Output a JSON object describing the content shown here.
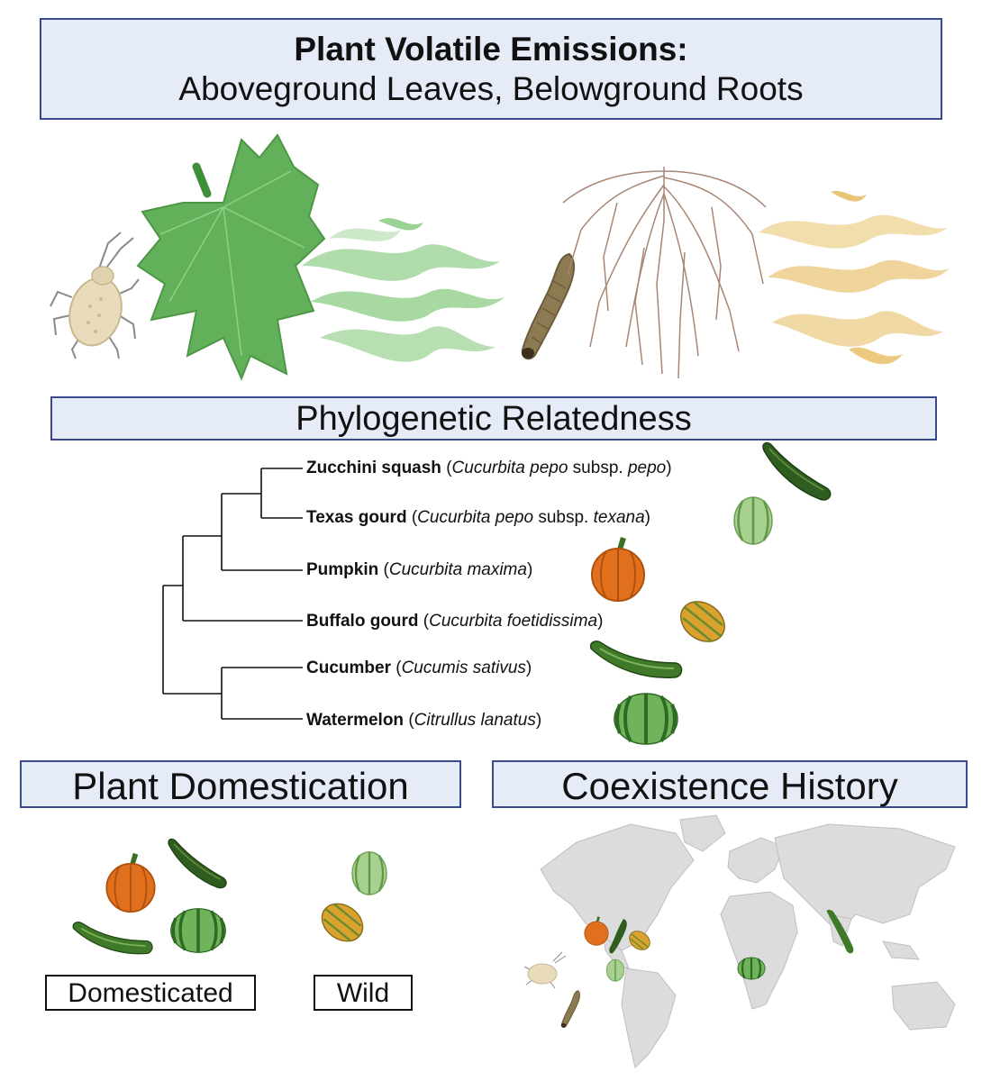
{
  "header": {
    "title": "Plant Volatile Emissions:",
    "subtitle": "Aboveground Leaves, Belowground Roots"
  },
  "sections": {
    "phylogeny": "Phylogenetic Relatedness",
    "domestication": "Plant Domestication",
    "coexistence": "Coexistence History"
  },
  "taxa": [
    {
      "common": "Zucchini squash",
      "open": " (",
      "sci": "Cucurbita pepo",
      "mid": " subsp. ",
      "sub": "pepo",
      "close": ")"
    },
    {
      "common": "Texas gourd",
      "open": " (",
      "sci": "Cucurbita pepo",
      "mid": " subsp. ",
      "sub": "texana",
      "close": ")"
    },
    {
      "common": "Pumpkin",
      "open": " (",
      "sci": "Cucurbita maxima",
      "mid": "",
      "sub": "",
      "close": ")"
    },
    {
      "common": "Buffalo gourd",
      "open": " (",
      "sci": "Cucurbita foetidissima",
      "mid": "",
      "sub": "",
      "close": ")"
    },
    {
      "common": "Cucumber",
      "open": " (",
      "sci": "Cucumis sativus",
      "mid": "",
      "sub": "",
      "close": ")"
    },
    {
      "common": "Watermelon",
      "open": " (",
      "sci": "Citrullus lanatus",
      "mid": "",
      "sub": "",
      "close": ")"
    }
  ],
  "domestication_labels": {
    "domesticated": "Domesticated",
    "wild": "Wild"
  },
  "colors": {
    "box_fill": "#e6ebf8",
    "box_border": "#3a4a8c",
    "leaf": "#5fae55",
    "root": "#9b7a6a",
    "pumpkin": "#e0701e",
    "zucchini": "#2f5d1f",
    "watermelon": "#3f8a3a",
    "buffalo_gourd": "#d9a22e",
    "map_land": "#dcdcdc"
  },
  "icons": [
    "aphid-icon",
    "cucurbit-leaf-icon",
    "leaf-volatile-plume-icon",
    "beetle-larva-icon",
    "root-system-icon",
    "root-volatile-plume-icon",
    "zucchini-icon",
    "texas-gourd-icon",
    "pumpkin-icon",
    "buffalo-gourd-icon",
    "cucumber-icon",
    "watermelon-icon",
    "world-map-icon"
  ]
}
